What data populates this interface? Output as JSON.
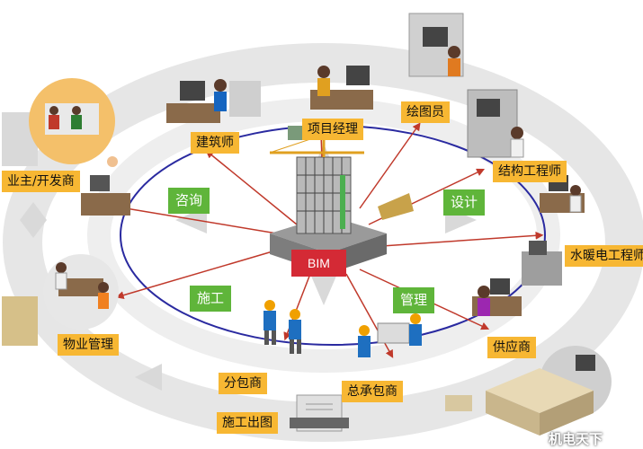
{
  "center": {
    "label": "BIM"
  },
  "phases": {
    "consult": "咨询",
    "design": "设计",
    "construction": "施工",
    "management": "管理"
  },
  "roles": {
    "owner_developer": "业主/开发商",
    "architect": "建筑师",
    "project_manager": "项目经理",
    "draftsman": "绘图员",
    "structural_engineer": "结构工程师",
    "mep_engineer": "水暖电工程师",
    "supplier": "供应商",
    "general_contractor": "总承包商",
    "subcontractor": "分包商",
    "construction_drawing": "施工出图",
    "property_management": "物业管理"
  },
  "watermark": {
    "text": "机电天下"
  },
  "colors": {
    "label_orange": "#f7b733",
    "phase_green": "#5fb53a",
    "bim_red": "#d42a35",
    "ellipse_blue": "#2a2aa0",
    "connector_red": "#c0392b",
    "ring_gray": "#e4e4e4"
  }
}
